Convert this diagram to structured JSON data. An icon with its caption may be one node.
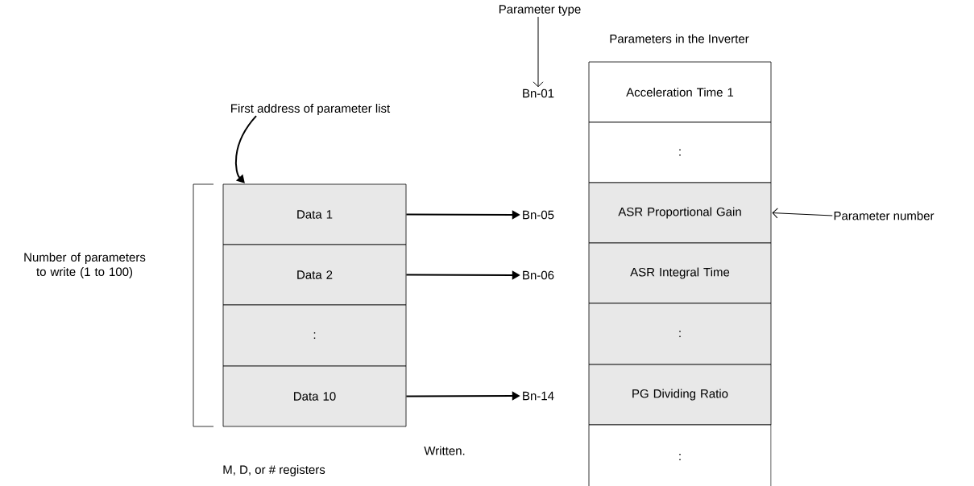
{
  "diagram": {
    "nodes": [
      {
        "text": [
          "Data 1"
        ]
      },
      {
        "text": [
          "Data 2"
        ]
      },
      {
        "text": [
          ":"
        ]
      },
      {
        "text": [
          "Data 10"
        ]
      },
      {
        "text": [
          "Acceleration Time 1"
        ]
      },
      {
        "text": [
          ":"
        ]
      },
      {
        "text": [
          "ASR Proportional Gain"
        ]
      },
      {
        "text": [
          "ASR Integral Time"
        ]
      },
      {
        "text": [
          ":"
        ]
      },
      {
        "text": [
          "PG Dividing Ratio"
        ]
      },
      {
        "text": [
          ":"
        ]
      },
      {
        "text": [
          "Bn-01"
        ]
      },
      {
        "text": [
          "Bn-05"
        ]
      },
      {
        "text": [
          "Bn-06"
        ]
      },
      {
        "text": [
          "Bn-14"
        ]
      },
      {
        "text": [
          "First address of parameter list"
        ]
      },
      {
        "text": [
          "Parameter type"
        ]
      },
      {
        "text": [
          "Parameter number"
        ]
      }
    ],
    "edges": [
      {
        "from": 0,
        "to": 12,
        "arrow": "to"
      },
      {
        "from": 1,
        "to": 13,
        "arrow": "to"
      },
      {
        "from": 3,
        "to": 14,
        "arrow": "to"
      },
      {
        "from": 15,
        "to": 0,
        "arrow": "to"
      },
      {
        "from": 16,
        "to": 11,
        "arrow": "to"
      },
      {
        "from": 17,
        "to": 6,
        "arrow": "to"
      }
    ],
    "labels": [
      "Parameters in the Inverter",
      "Number of parameters to write (1 to 100)",
      "Written.",
      "M, D, or # registers"
    ]
  }
}
